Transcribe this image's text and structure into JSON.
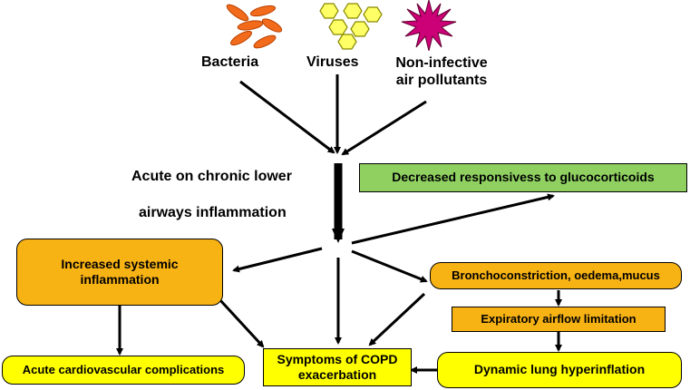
{
  "sources": {
    "bacteria": "Bacteria",
    "viruses": "Viruses",
    "pollutants_line1": "Non-infective",
    "pollutants_line2": "air pollutants"
  },
  "central": {
    "line1": "Acute on chronic lower",
    "line2": "airways inflammation"
  },
  "boxes": {
    "glucocorticoids": "Decreased  responsivess to glucocorticoids",
    "systemic_line1": "Increased systemic",
    "systemic_line2": "inflammation",
    "bronchoconstriction": "Bronchoconstriction, oedema,mucus",
    "expiratory": "Expiratory airflow limitation",
    "cardiovascular": "Acute cardiovascular complications",
    "symptoms_line1": "Symptoms of COPD",
    "symptoms_line2": "exacerbation",
    "hyperinflation": "Dynamic lung hyperinflation"
  },
  "icons": {
    "bacteria": "rod-shaped-bacteria-icon",
    "viruses": "hexagon-virus-icon",
    "pollutants": "spiky-particle-icon"
  },
  "colors": {
    "bacteria": "#f26a1b",
    "viruses": "#ffff66",
    "pollutant": "#cc0077",
    "orange_box": "#f7b214",
    "yellow_box": "#ffff00",
    "green_box": "#8fd061"
  }
}
